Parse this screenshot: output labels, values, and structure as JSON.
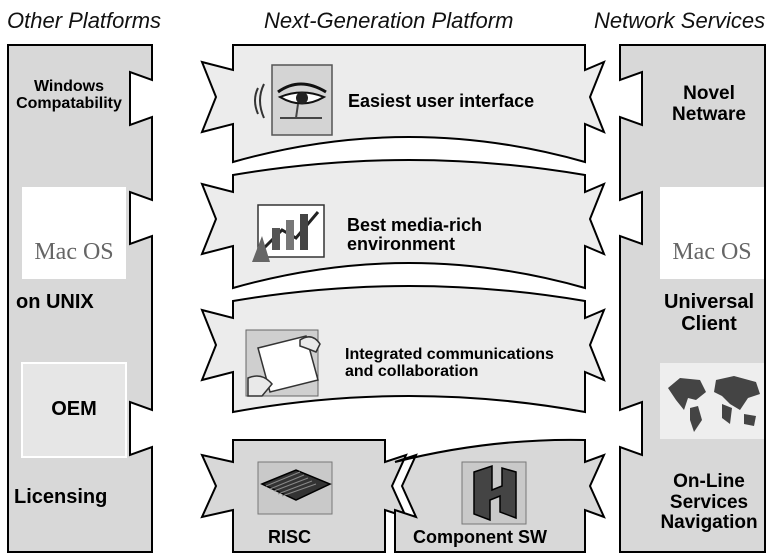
{
  "headers": {
    "left": "Other Platforms",
    "center": "Next-Generation Platform",
    "right": "Network Services"
  },
  "left_column": {
    "windows": "Windows Compatability",
    "macos_logo": "Mac OS",
    "on_unix": "on UNIX",
    "oem": "OEM",
    "licensing": "Licensing"
  },
  "center_column": {
    "ui": "Easiest user interface",
    "media_line1": "Best media-rich",
    "media_line2": "environment",
    "comm_line1": "Integrated communications",
    "comm_line2": "and collaboration",
    "risc": "RISC",
    "component": "Component SW"
  },
  "right_column": {
    "netware_line1": "Novel",
    "netware_line2": "Netware",
    "macos_logo": "Mac OS",
    "universal_line1": "Universal",
    "universal_line2": "Client",
    "online_line1": "On-Line",
    "online_line2": "Services",
    "online_line3": "Navigation"
  },
  "icons": [
    "eye-icon",
    "chart-icon",
    "hands-paper-icon",
    "chip-icon",
    "puzzle-icon",
    "world-map-icon",
    "mac-face-icon"
  ],
  "colors": {
    "panel": "#d9d9d9",
    "band": "#ececec",
    "stroke": "#000000"
  }
}
